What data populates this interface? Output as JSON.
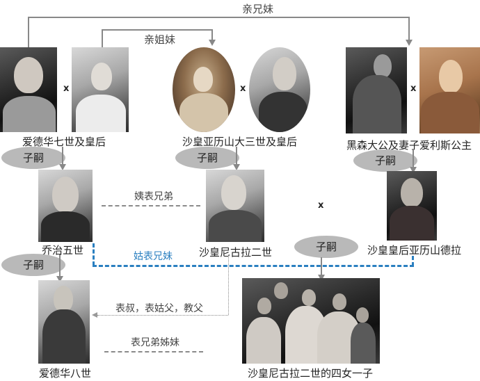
{
  "relations": {
    "siblings_brother_sister": "亲兄妹",
    "sisters": "亲姐妹",
    "maternal_cousins": "姨表兄弟",
    "paternal_cousins": "姑表兄妹",
    "godfather": "表叔，表姑父，教父",
    "second_cousins": "表兄弟姊妹"
  },
  "couples": [
    {
      "label": "爱德华七世及皇后",
      "marriage_symbol": "x"
    },
    {
      "label": "沙皇亚历山大三世及皇后",
      "marriage_symbol": "x"
    },
    {
      "label": "黑森大公及妻子爱利斯公主",
      "marriage_symbol": "x"
    }
  ],
  "children": [
    {
      "label": "乔治五世"
    },
    {
      "label": "沙皇尼古拉二世"
    },
    {
      "label": "沙皇皇后亚历山德拉"
    }
  ],
  "middle_marriage_symbol": "x",
  "grandchildren": [
    {
      "label": "爱德华八世"
    },
    {
      "label": "沙皇尼古拉二世的四女一子"
    }
  ],
  "badges": {
    "offspring": "子嗣"
  },
  "colors": {
    "line_gray": "#888888",
    "badge_gray": "#b9b9b9",
    "blue_dash": "#2a7fc0"
  }
}
